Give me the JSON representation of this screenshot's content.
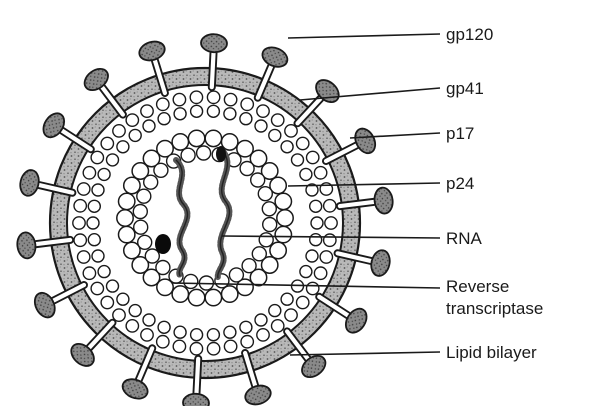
{
  "diagram": {
    "labels": {
      "gp120": "gp120",
      "gp41": "gp41",
      "p17": "p17",
      "p24": "p24",
      "rna": "RNA",
      "reverse_transcriptase_line1": "Reverse",
      "reverse_transcriptase_line2": "transcriptase",
      "lipid_bilayer": "Lipid bilayer"
    },
    "spike_count": 18
  }
}
